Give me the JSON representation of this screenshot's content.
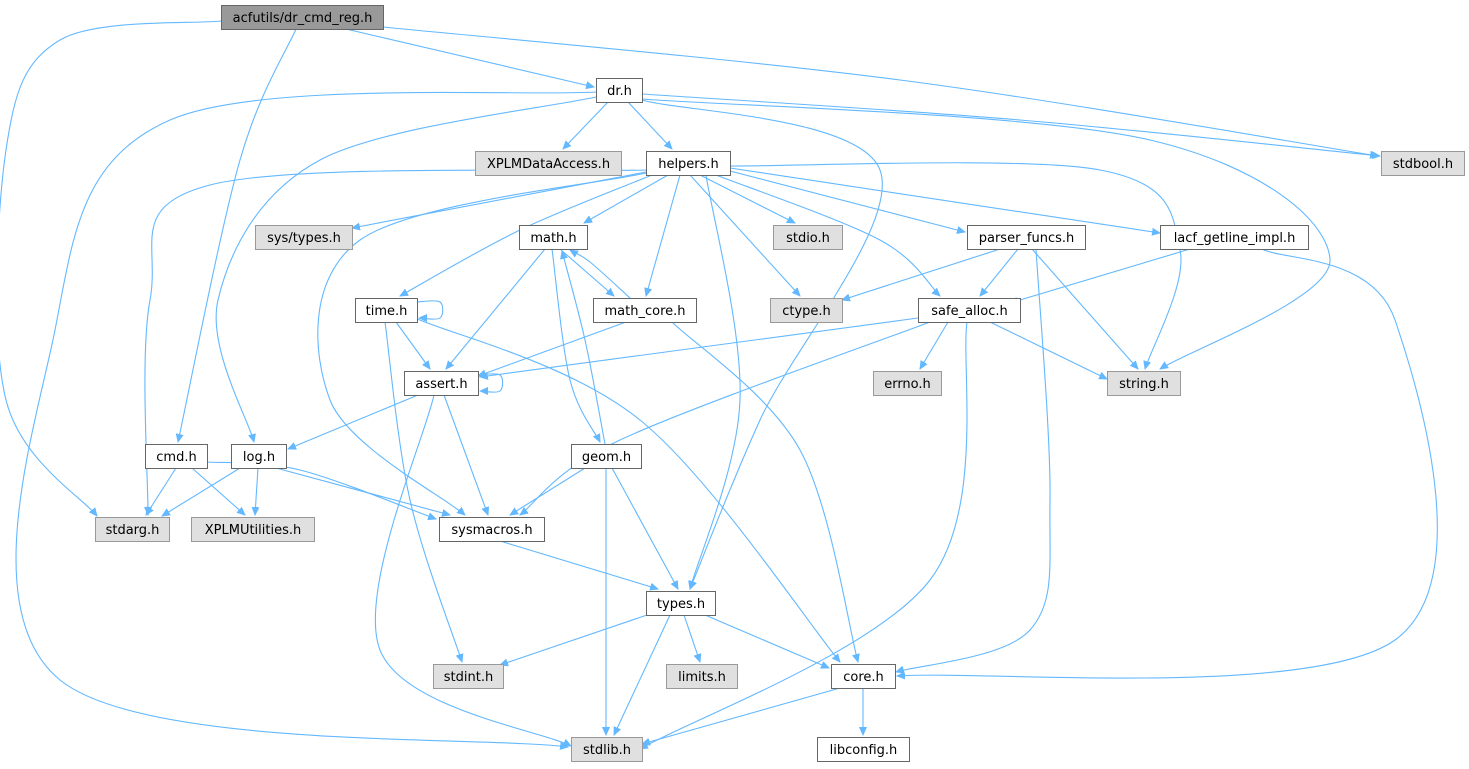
{
  "colors": {
    "edge": "#63B8FF",
    "root_fill": "#999999",
    "root_border": "#666666",
    "node_fill": "#ffffff",
    "node_border": "#666666",
    "external_fill": "#e0e0e0",
    "external_border": "#999999"
  },
  "nodes": {
    "acfutils_dr_cmd_reg_h": {
      "label": "acfutils/dr_cmd_reg.h",
      "kind": "root"
    },
    "dr_h": {
      "label": "dr.h",
      "kind": "internal"
    },
    "helpers_h": {
      "label": "helpers.h",
      "kind": "internal"
    },
    "xplm_data_access_h": {
      "label": "XPLMDataAccess.h",
      "kind": "external"
    },
    "stdbool_h": {
      "label": "stdbool.h",
      "kind": "external"
    },
    "sys_types_h": {
      "label": "sys/types.h",
      "kind": "external"
    },
    "math_h": {
      "label": "math.h",
      "kind": "internal"
    },
    "stdio_h": {
      "label": "stdio.h",
      "kind": "external"
    },
    "parser_funcs_h": {
      "label": "parser_funcs.h",
      "kind": "internal"
    },
    "lacf_getline_impl_h": {
      "label": "lacf_getline_impl.h",
      "kind": "internal"
    },
    "time_h": {
      "label": "time.h",
      "kind": "internal"
    },
    "math_core_h": {
      "label": "math_core.h",
      "kind": "internal"
    },
    "ctype_h": {
      "label": "ctype.h",
      "kind": "external"
    },
    "safe_alloc_h": {
      "label": "safe_alloc.h",
      "kind": "internal"
    },
    "assert_h": {
      "label": "assert.h",
      "kind": "internal"
    },
    "errno_h": {
      "label": "errno.h",
      "kind": "external"
    },
    "string_h": {
      "label": "string.h",
      "kind": "external"
    },
    "cmd_h": {
      "label": "cmd.h",
      "kind": "internal"
    },
    "log_h": {
      "label": "log.h",
      "kind": "internal"
    },
    "geom_h": {
      "label": "geom.h",
      "kind": "internal"
    },
    "stdarg_h": {
      "label": "stdarg.h",
      "kind": "external"
    },
    "xplm_utilities_h": {
      "label": "XPLMUtilities.h",
      "kind": "external"
    },
    "sysmacros_h": {
      "label": "sysmacros.h",
      "kind": "internal"
    },
    "types_h": {
      "label": "types.h",
      "kind": "internal"
    },
    "stdint_h": {
      "label": "stdint.h",
      "kind": "external"
    },
    "limits_h": {
      "label": "limits.h",
      "kind": "external"
    },
    "core_h": {
      "label": "core.h",
      "kind": "internal"
    },
    "stdlib_h": {
      "label": "stdlib.h",
      "kind": "external"
    },
    "libconfig_h": {
      "label": "libconfig.h",
      "kind": "internal"
    }
  },
  "edges": [
    [
      "acfutils_dr_cmd_reg_h",
      "dr_h"
    ],
    [
      "acfutils_dr_cmd_reg_h",
      "stdbool_h"
    ],
    [
      "acfutils_dr_cmd_reg_h",
      "cmd_h"
    ],
    [
      "acfutils_dr_cmd_reg_h",
      "stdarg_h"
    ],
    [
      "dr_h",
      "xplm_data_access_h"
    ],
    [
      "dr_h",
      "helpers_h"
    ],
    [
      "dr_h",
      "stdbool_h"
    ],
    [
      "dr_h",
      "string_h"
    ],
    [
      "dr_h",
      "types_h"
    ],
    [
      "dr_h",
      "log_h"
    ],
    [
      "dr_h",
      "stdlib_h"
    ],
    [
      "helpers_h",
      "sys_types_h"
    ],
    [
      "helpers_h",
      "math_h"
    ],
    [
      "helpers_h",
      "stdio_h"
    ],
    [
      "helpers_h",
      "parser_funcs_h"
    ],
    [
      "helpers_h",
      "lacf_getline_impl_h"
    ],
    [
      "helpers_h",
      "time_h"
    ],
    [
      "helpers_h",
      "math_core_h"
    ],
    [
      "helpers_h",
      "ctype_h"
    ],
    [
      "helpers_h",
      "safe_alloc_h"
    ],
    [
      "helpers_h",
      "string_h"
    ],
    [
      "helpers_h",
      "stdarg_h"
    ],
    [
      "helpers_h",
      "sysmacros_h"
    ],
    [
      "helpers_h",
      "types_h"
    ],
    [
      "math_h",
      "math_core_h"
    ],
    [
      "math_h",
      "assert_h"
    ],
    [
      "math_h",
      "geom_h"
    ],
    [
      "math_core_h",
      "math_h"
    ],
    [
      "math_core_h",
      "assert_h"
    ],
    [
      "math_core_h",
      "core_h"
    ],
    [
      "time_h",
      "time_h"
    ],
    [
      "time_h",
      "assert_h"
    ],
    [
      "time_h",
      "stdint_h"
    ],
    [
      "time_h",
      "core_h"
    ],
    [
      "parser_funcs_h",
      "ctype_h"
    ],
    [
      "parser_funcs_h",
      "safe_alloc_h"
    ],
    [
      "parser_funcs_h",
      "string_h"
    ],
    [
      "parser_funcs_h",
      "core_h"
    ],
    [
      "lacf_getline_impl_h",
      "safe_alloc_h"
    ],
    [
      "lacf_getline_impl_h",
      "core_h"
    ],
    [
      "safe_alloc_h",
      "assert_h"
    ],
    [
      "safe_alloc_h",
      "errno_h"
    ],
    [
      "safe_alloc_h",
      "string_h"
    ],
    [
      "safe_alloc_h",
      "sysmacros_h"
    ],
    [
      "safe_alloc_h",
      "stdlib_h"
    ],
    [
      "assert_h",
      "assert_h"
    ],
    [
      "assert_h",
      "log_h"
    ],
    [
      "assert_h",
      "sysmacros_h"
    ],
    [
      "assert_h",
      "stdlib_h"
    ],
    [
      "geom_h",
      "math_h"
    ],
    [
      "geom_h",
      "sysmacros_h"
    ],
    [
      "geom_h",
      "types_h"
    ],
    [
      "geom_h",
      "stdlib_h"
    ],
    [
      "cmd_h",
      "stdarg_h"
    ],
    [
      "cmd_h",
      "xplm_utilities_h"
    ],
    [
      "cmd_h",
      "sysmacros_h"
    ],
    [
      "log_h",
      "stdarg_h"
    ],
    [
      "log_h",
      "xplm_utilities_h"
    ],
    [
      "log_h",
      "sysmacros_h"
    ],
    [
      "sysmacros_h",
      "types_h"
    ],
    [
      "types_h",
      "stdint_h"
    ],
    [
      "types_h",
      "limits_h"
    ],
    [
      "types_h",
      "core_h"
    ],
    [
      "types_h",
      "stdlib_h"
    ],
    [
      "core_h",
      "stdlib_h"
    ],
    [
      "core_h",
      "libconfig_h"
    ]
  ]
}
